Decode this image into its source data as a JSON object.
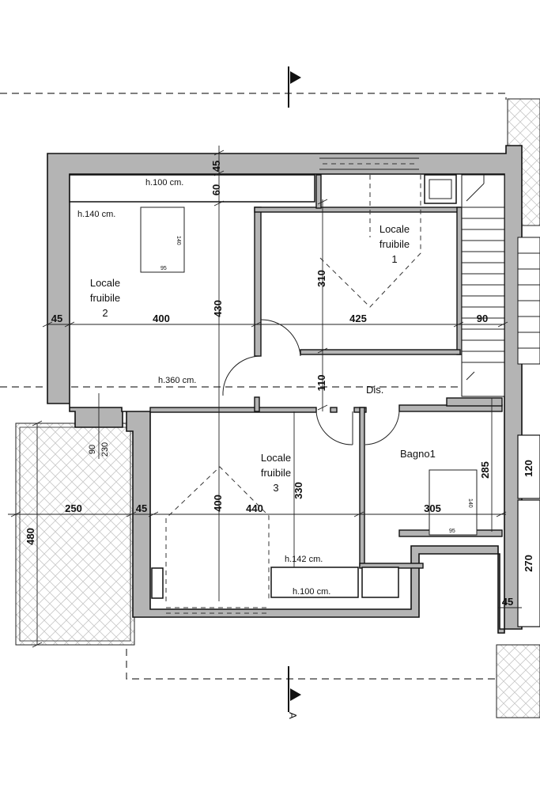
{
  "rooms": {
    "room1": [
      "Locale",
      "fruibile",
      "1"
    ],
    "room2": [
      "Locale",
      "fruibile",
      "2"
    ],
    "room3": [
      "Locale",
      "fruibile",
      "3"
    ],
    "bagno": "Bagno1",
    "dis": "Dis."
  },
  "heights": {
    "h100_top": "h.100 cm.",
    "h140": "h.140 cm.",
    "h360": "h.360 cm.",
    "h142": "h.142 cm.",
    "h100_bottom": "h.100 cm."
  },
  "dims": {
    "d45_top": "45",
    "d60": "60",
    "d430": "430",
    "d45_left": "45",
    "d400": "400",
    "d425": "425",
    "d90_right": "90",
    "d310": "310",
    "d110": "110",
    "d90_window": "90",
    "d230": "230",
    "d250": "250",
    "d45_mid": "45",
    "d480": "480",
    "d400_v": "400",
    "d440": "440",
    "d330": "330",
    "d305": "305",
    "d285": "285",
    "d120": "120",
    "d270": "270",
    "d45_bottom": "45"
  },
  "furniture": {
    "bed1_w": "140",
    "bed1_h": "95",
    "tub_w": "140",
    "tub_h": "95"
  },
  "section_mark": "A",
  "colors": {
    "wall": "#b4b4b4",
    "line": "#111111"
  }
}
